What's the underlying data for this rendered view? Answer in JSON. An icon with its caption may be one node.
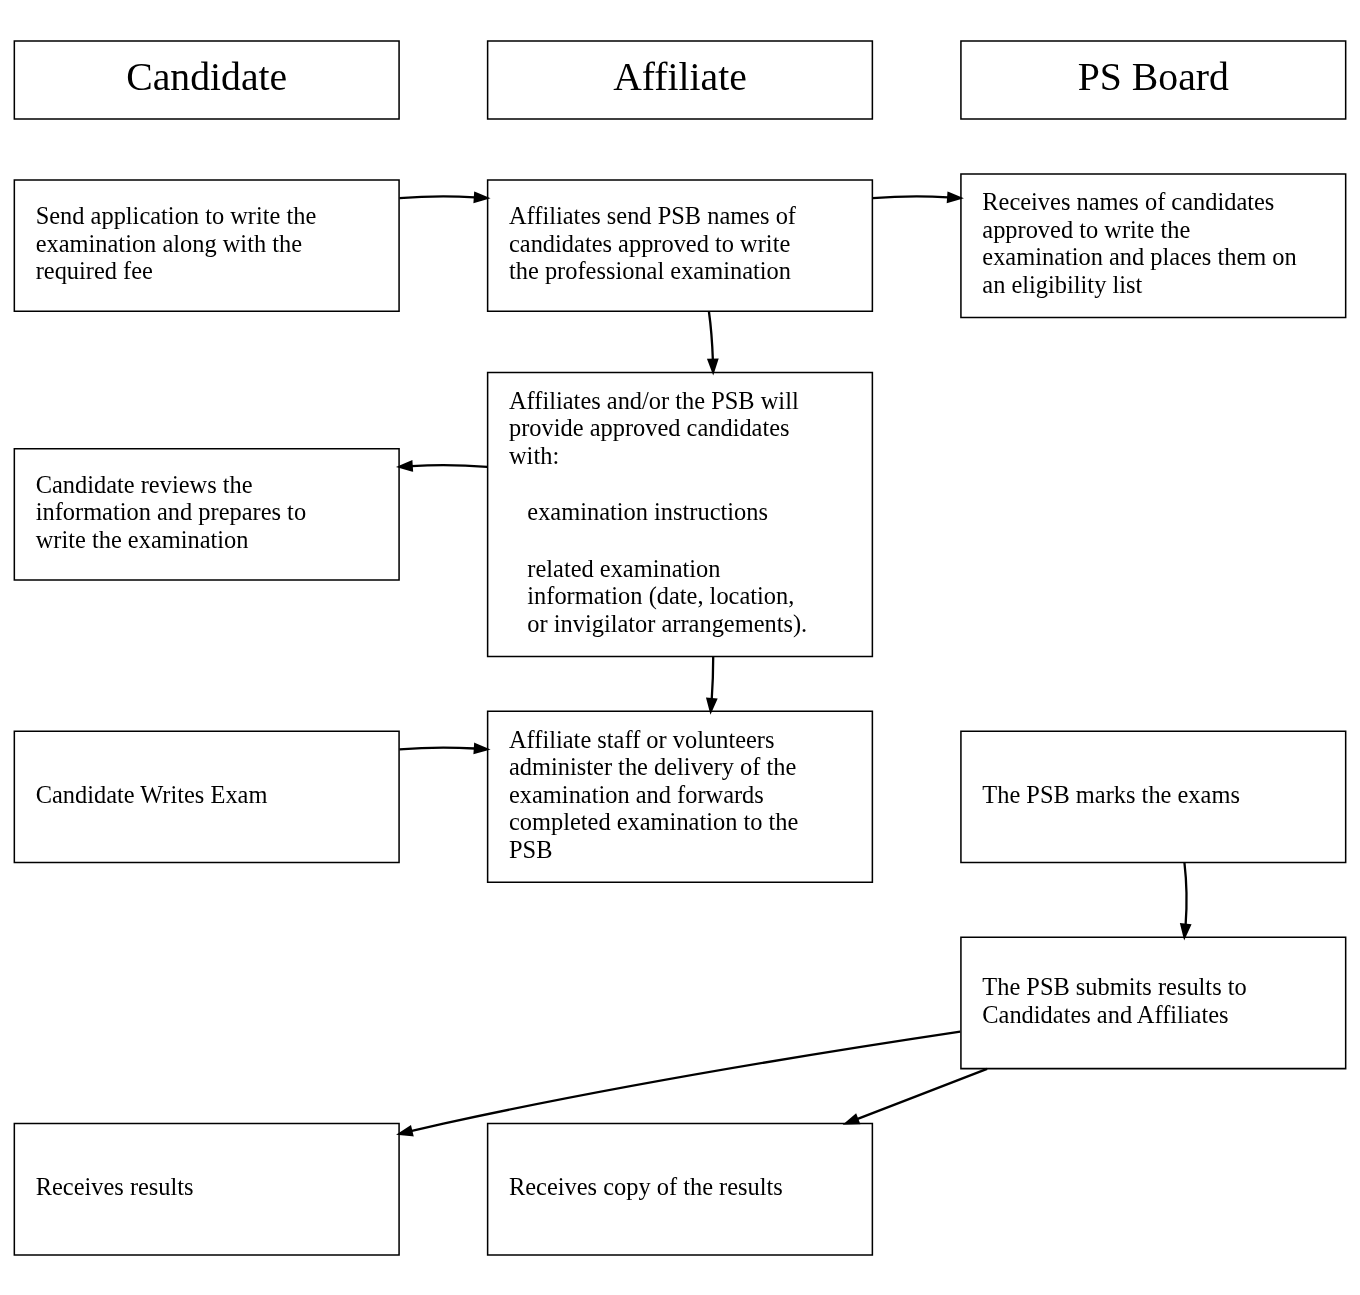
{
  "diagram": {
    "nodes": [
      {
        "text": [
          "Candidate"
        ]
      },
      {
        "text": [
          "Affiliate"
        ]
      },
      {
        "text": [
          "PS Board"
        ]
      },
      {
        "text": [
          "Send application to write the examination along with the required fee"
        ]
      },
      {
        "text": [
          "Affiliates send PSB names of candidates approved to write the professional examination"
        ]
      },
      {
        "text": [
          "Receives names of candidates approved to write the examination and places them on an eligibility list"
        ]
      },
      {
        "text": [
          "Affiliates and/or the PSB will provide approved candidates with:",
          "examination instructions",
          "related examination information (date, location, or invigilator arrangements)."
        ]
      },
      {
        "text": [
          "Candidate reviews the information and prepares to write the examination"
        ]
      },
      {
        "text": [
          "Candidate Writes Exam"
        ]
      },
      {
        "text": [
          "Affiliate staff or volunteers administer the delivery of the examination and forwards completed examination to the PSB"
        ]
      },
      {
        "text": [
          "The PSB marks the exams"
        ]
      },
      {
        "text": [
          "The PSB submits results to Candidates and Affiliates"
        ]
      },
      {
        "text": [
          "Receives results"
        ]
      },
      {
        "text": [
          "Receives copy of the results"
        ]
      }
    ],
    "edges": [
      {
        "from": 3,
        "to": 4,
        "arrow": "to"
      },
      {
        "from": 4,
        "to": 5,
        "arrow": "to"
      },
      {
        "from": 4,
        "to": 6,
        "arrow": "to"
      },
      {
        "from": 6,
        "to": 7,
        "arrow": "to"
      },
      {
        "from": 6,
        "to": 9,
        "arrow": "to"
      },
      {
        "from": 8,
        "to": 9,
        "arrow": "to"
      },
      {
        "from": 10,
        "to": 11,
        "arrow": "to"
      },
      {
        "from": 11,
        "to": 12,
        "arrow": "to"
      },
      {
        "from": 11,
        "to": 13,
        "arrow": "to"
      }
    ]
  }
}
